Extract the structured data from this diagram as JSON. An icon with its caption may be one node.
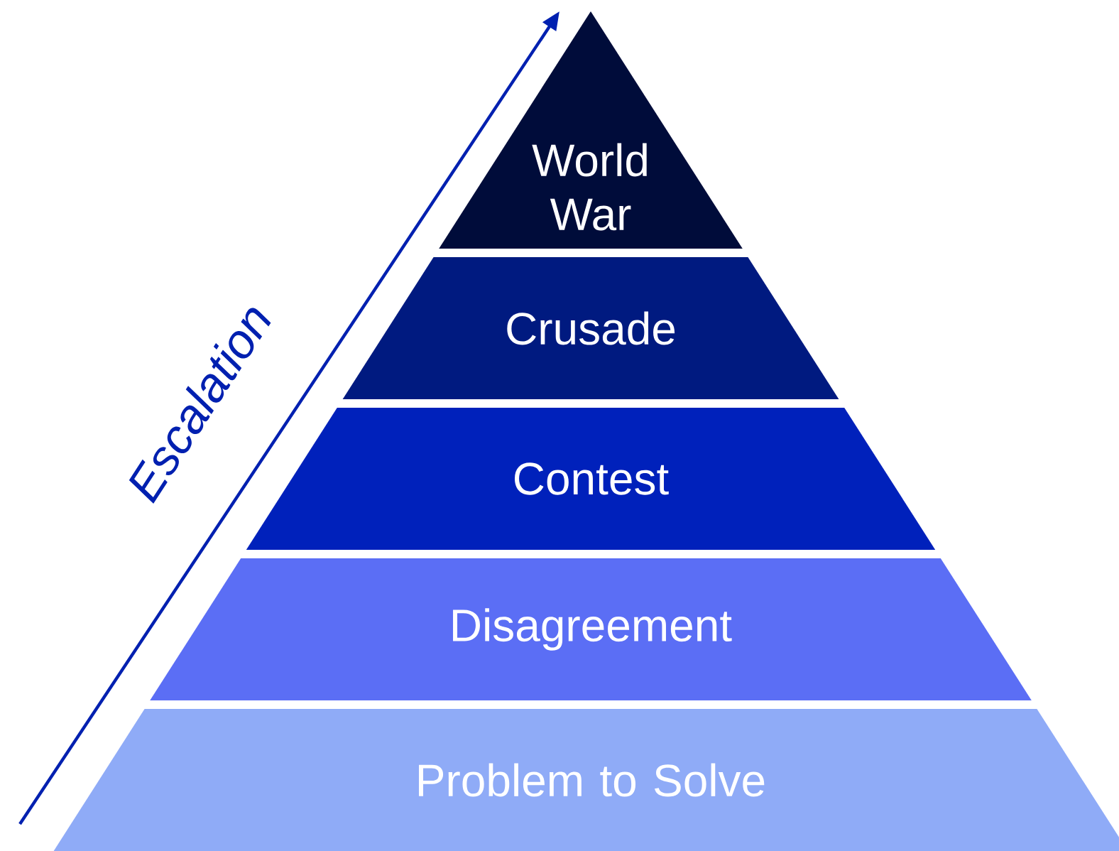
{
  "diagram": {
    "nodes": [
      {
        "text": [
          "World War"
        ]
      },
      {
        "text": [
          "Crusade"
        ]
      },
      {
        "text": [
          "Contest"
        ]
      },
      {
        "text": [
          "Disagreement"
        ]
      },
      {
        "text": [
          "Problem to Solve"
        ]
      }
    ],
    "labels": [
      "Escalation"
    ]
  }
}
